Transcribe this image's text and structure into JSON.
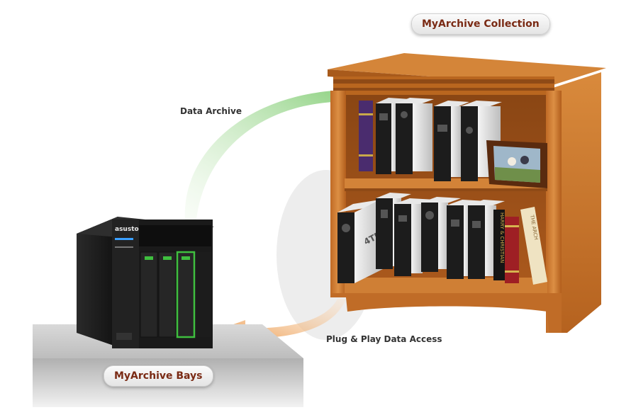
{
  "labels": {
    "collection": "MyArchive Collection",
    "bays": "MyArchive Bays",
    "data_archive": "Data Archive",
    "plug_play": "Plug & Play Data Access"
  },
  "device": {
    "brand": "asustor"
  },
  "drive_capacity": "4TB",
  "book_titles": {
    "black": "HARRY & CHRISTIAN",
    "cream": "THE ARCH"
  },
  "colors": {
    "label_text": "#7a2a14",
    "wood": "#c8742c",
    "archive_arrow": "#6cc25a",
    "access_arrow": "#e8892f",
    "bay_highlight": "#3fbf3f"
  }
}
